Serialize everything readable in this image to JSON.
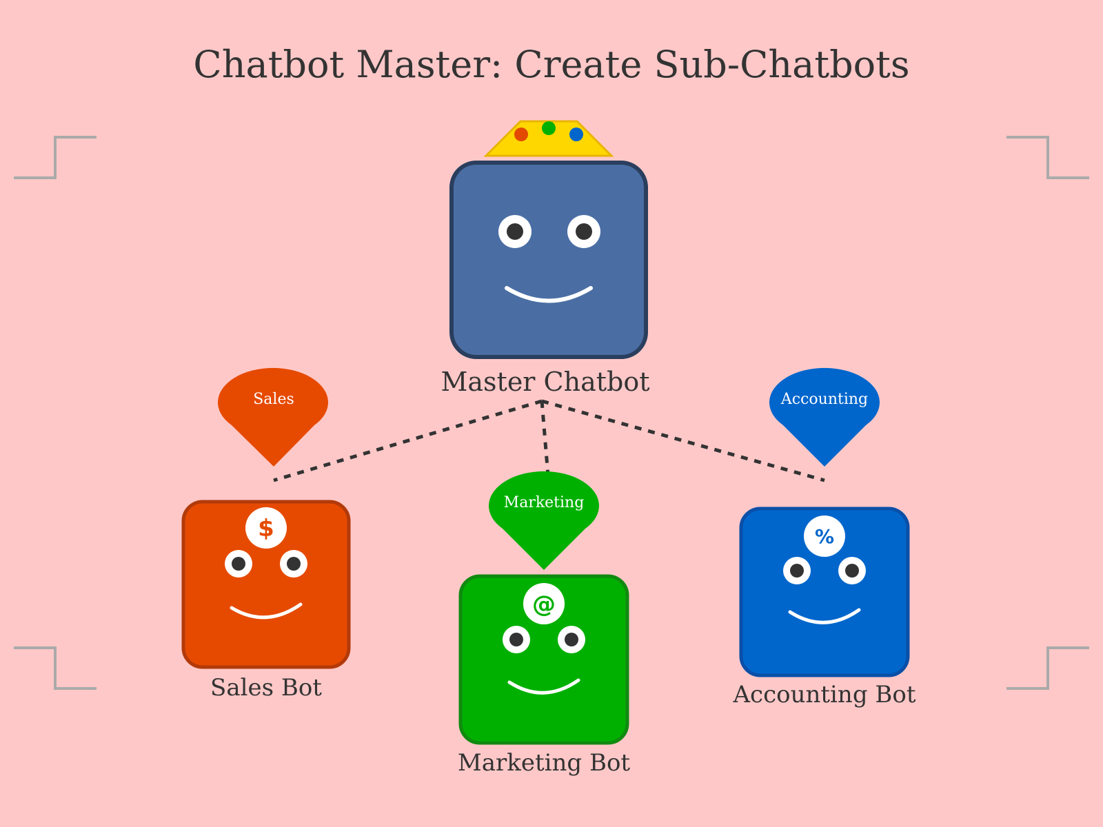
{
  "title": "Chatbot Master: Create Sub-Chatbots",
  "colors": {
    "background": "#ffc8c8",
    "text": "#333333",
    "corner_marks": "#aaaaaa",
    "connector": "#333333",
    "crown": "#ffd700",
    "crown_gems": [
      "#e34a00",
      "#00b000",
      "#0066cc"
    ]
  },
  "master": {
    "label": "Master Chatbot",
    "fill": "#4a6ea4",
    "stroke": "#2a3e5e"
  },
  "bots": [
    {
      "key": "sales",
      "label": "Sales Bot",
      "bubble": "Sales",
      "symbol": "$",
      "symbol_icon": "dollar-icon",
      "fill": "#e64a00",
      "stroke": "#b23a0a"
    },
    {
      "key": "marketing",
      "label": "Marketing Bot",
      "bubble": "Marketing",
      "symbol": "@",
      "symbol_icon": "at-sign-icon",
      "fill": "#00b000",
      "stroke": "#108a10"
    },
    {
      "key": "accounting",
      "label": "Accounting Bot",
      "bubble": "Accounting",
      "symbol": "%",
      "symbol_icon": "percent-icon",
      "fill": "#0066cc",
      "stroke": "#0a4fa8"
    }
  ]
}
